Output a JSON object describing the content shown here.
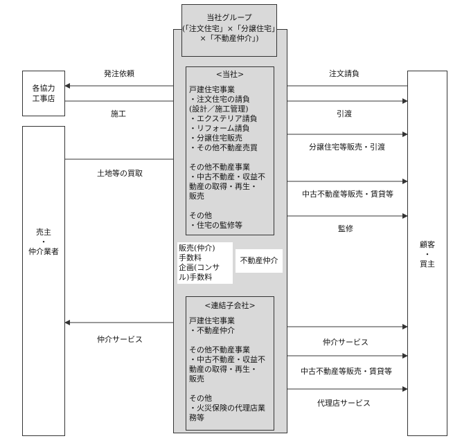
{
  "group": {
    "title": "当社グループ",
    "line2": "(「注文住宅」×「分譲住宅」",
    "line3": "×「不動産仲介」)"
  },
  "contractors": {
    "line1": "各協力",
    "line2": "工事店"
  },
  "sellers": {
    "line1": "売主",
    "line2": "・",
    "line3": "仲介業者"
  },
  "customers": {
    "line1": "顧客",
    "line2": "・",
    "line3": "買主"
  },
  "company": {
    "header": "<当社>",
    "lines": [
      "戸建住宅事業",
      "・注文住宅の請負",
      " (設計／施工管理)",
      "・エクステリア請負",
      "・リフォーム請負",
      "・分譲住宅販売",
      "・その他不動産売買",
      "",
      "その他不動産事業",
      "・中古不動産・収益不",
      " 動産の取得・再生・",
      " 販売",
      "",
      "その他",
      "・住宅の監修等"
    ]
  },
  "subsidiary": {
    "header": "<連結子会社>",
    "lines": [
      "戸建住宅事業",
      "・不動産仲介",
      "",
      "その他不動産事業",
      "・中古不動産・収益不",
      " 動産の取得・再生・",
      " 販売",
      "",
      "その他",
      "・火災保険の代理店業",
      " 務等"
    ]
  },
  "fee_box": {
    "lines": [
      "販売(仲介)",
      "手数料",
      "企画(コンサ",
      "ル)手数料"
    ]
  },
  "brokerage_box": {
    "label": "不動産仲介"
  },
  "labels": {
    "order_request": "発注依頼",
    "construction": "施工",
    "land_purchase": "土地等の買取",
    "brokerage_service_left": "仲介サービス",
    "order_contract": "注文請負",
    "delivery": "引渡",
    "sales_delivery": "分譲住宅等販売・引渡",
    "used_sales_lease_1": "中古不動産等販売・賃貸等",
    "supervision": "監修",
    "brokerage_service_right": "仲介サービス",
    "used_sales_lease_2": "中古不動産等販売・賃貸等",
    "agency_service": "代理店サービス"
  },
  "colors": {
    "box_fill": "#d9d9d9",
    "line": "#333333"
  }
}
